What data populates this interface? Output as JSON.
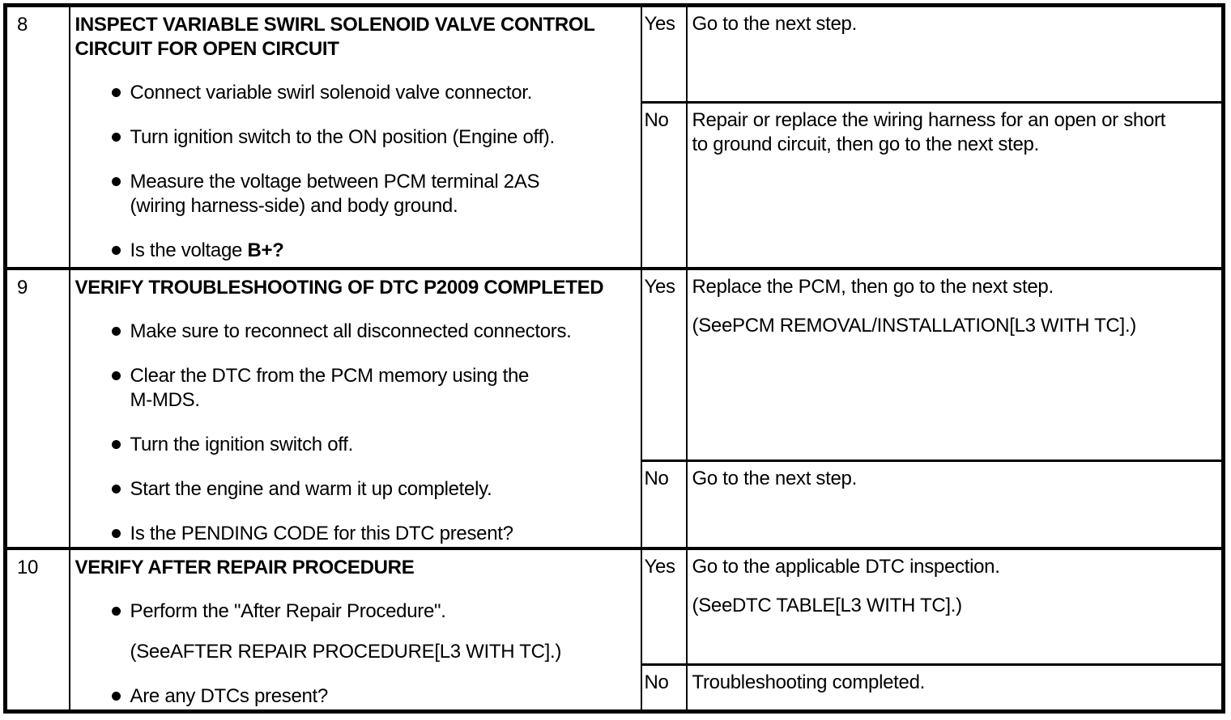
{
  "table": {
    "rows": [
      {
        "step": "8",
        "action": {
          "title_lines": [
            "INSPECT VARIABLE SWIRL SOLENOID VALVE CONTROL",
            "CIRCUIT FOR OPEN CIRCUIT"
          ],
          "bullets": [
            {
              "lines": [
                "Connect variable swirl solenoid valve connector."
              ]
            },
            {
              "lines": [
                "Turn ignition switch to the ON position (Engine off)."
              ]
            },
            {
              "lines": [
                "Measure the voltage between PCM terminal 2AS",
                "(wiring harness-side) and body ground."
              ]
            },
            {
              "pre": "Is the voltage ",
              "bold": "B+?"
            }
          ]
        },
        "yes": {
          "label": "Yes",
          "paras": [
            {
              "lines": [
                "Go to the next step."
              ]
            }
          ]
        },
        "no": {
          "label": "No",
          "paras": [
            {
              "lines": [
                "Repair or replace the wiring harness for an open or short",
                "to ground circuit, then go to the next step."
              ]
            }
          ]
        }
      },
      {
        "step": "9",
        "action": {
          "title_lines": [
            "VERIFY TROUBLESHOOTING OF DTC P2009 COMPLETED"
          ],
          "bullets": [
            {
              "lines": [
                "Make sure to reconnect all disconnected connectors."
              ]
            },
            {
              "lines": [
                "Clear the DTC from the PCM memory using the",
                "M-MDS."
              ]
            },
            {
              "lines": [
                "Turn the ignition switch off."
              ]
            },
            {
              "lines": [
                "Start the engine and warm it up completely."
              ]
            },
            {
              "lines": [
                "Is the PENDING CODE for this DTC present?"
              ]
            }
          ]
        },
        "yes": {
          "label": "Yes",
          "paras": [
            {
              "lines": [
                "Replace the PCM, then go to the next step."
              ]
            },
            {
              "lines": [
                "(SeePCM REMOVAL/INSTALLATION[L3 WITH TC].)"
              ]
            }
          ]
        },
        "no": {
          "label": "No",
          "paras": [
            {
              "lines": [
                "Go to the next step."
              ]
            }
          ]
        }
      },
      {
        "step": "10",
        "action": {
          "title_lines": [
            "VERIFY AFTER REPAIR PROCEDURE"
          ],
          "bullets": [
            {
              "lines": [
                "Perform the \"After Repair Procedure\"."
              ],
              "ref": "(SeeAFTER REPAIR PROCEDURE[L3 WITH TC].)"
            },
            {
              "lines": [
                "Are any DTCs present?"
              ]
            }
          ]
        },
        "yes": {
          "label": "Yes",
          "paras": [
            {
              "lines": [
                "Go to the applicable DTC inspection."
              ]
            },
            {
              "lines": [
                "(SeeDTC TABLE[L3 WITH TC].)"
              ]
            }
          ]
        },
        "no": {
          "label": "No",
          "paras": [
            {
              "lines": [
                "Troubleshooting completed."
              ]
            }
          ]
        }
      }
    ]
  }
}
